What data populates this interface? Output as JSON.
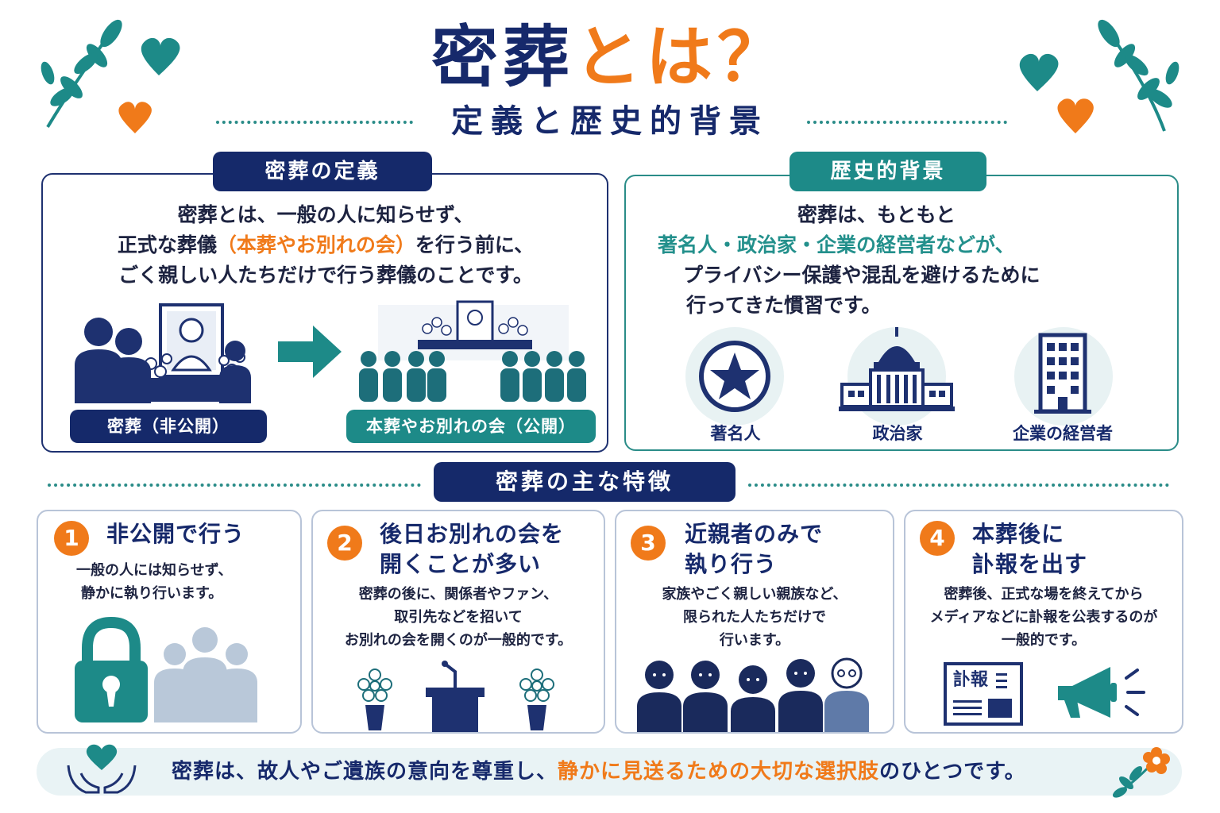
{
  "title": {
    "part1": "密葬",
    "part2": "とは？"
  },
  "subtitle": "定義と歴史的背景",
  "definition": {
    "tag": "密葬の定義",
    "line1": "密葬とは、一般の人に知らせず、",
    "line2_a": "正式な葬儀",
    "line2_b": "（本葬やお別れの会）",
    "line2_c": "を行う前に、",
    "line3": "ごく親しい人たちだけで行う葬儀のことです。",
    "label_private": "密葬（非公開）",
    "label_public": "本葬やお別れの会（公開）"
  },
  "history": {
    "tag": "歴史的背景",
    "line1": "密葬は、もともと",
    "line2": "著名人・政治家・企業の経営者などが、",
    "line3": "プライバシー保護や混乱を避けるために",
    "line4": "行ってきた慣習です。",
    "icons": [
      {
        "icon": "star-icon",
        "label": "著名人"
      },
      {
        "icon": "capitol-building-icon",
        "label": "政治家"
      },
      {
        "icon": "office-building-icon",
        "label": "企業の経営者"
      }
    ]
  },
  "features": {
    "tag": "密葬の主な特徴",
    "items": [
      {
        "num": "1",
        "title1": "非公開で行う",
        "title2": "",
        "body1": "一般の人には知らせず、",
        "body2": "静かに執り行います。",
        "body3": ""
      },
      {
        "num": "2",
        "title1": "後日お別れの会を",
        "title2": "開くことが多い",
        "body1": "密葬の後に、関係者やファン、",
        "body2": "取引先などを招いて",
        "body3": "お別れの会を開くのが一般的です。"
      },
      {
        "num": "3",
        "title1": "近親者のみで",
        "title2": "執り行う",
        "body1": "家族やごく親しい親族など、",
        "body2": "限られた人たちだけで",
        "body3": "行います。"
      },
      {
        "num": "4",
        "title1": "本葬後に",
        "title2": "訃報を出す",
        "body1": "密葬後、正式な場を終えてから",
        "body2": "メディアなどに訃報を公表するのが",
        "body3": "一般的です。"
      }
    ],
    "newspaper_text": "訃報"
  },
  "footer": {
    "part1": "密葬は、故人やご遺族の意向を尊重し、",
    "part2": "静かに見送るための大切な選択肢",
    "part3": "のひとつです。"
  },
  "colors": {
    "navy": "#15296a",
    "teal": "#1d8a88",
    "orange": "#f07a1a",
    "gray": "#b8c4d8"
  }
}
